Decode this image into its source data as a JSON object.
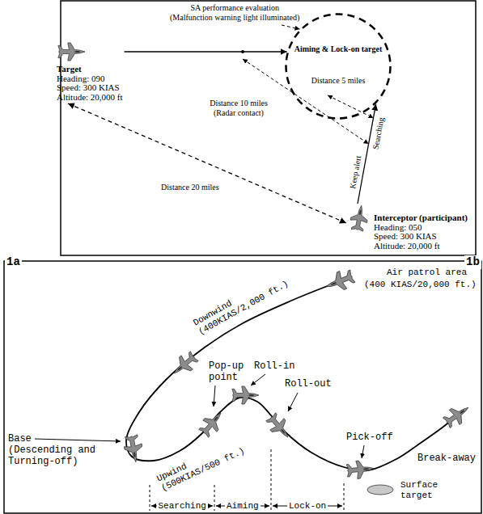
{
  "diagram": {
    "nodes": [
      {
        "text": [
          "Target",
          "Heading: 090",
          "Speed: 300 KIAS",
          "Altitude: 20,000 ft"
        ]
      },
      {
        "text": [
          "Aiming & Lock-on target",
          "Distance 5 miles"
        ]
      },
      {
        "text": [
          "Interceptor (participant)",
          "Heading: 050",
          "Speed: 300 KIAS",
          "Altitude: 20,000 ft"
        ]
      }
    ],
    "edges": [
      {
        "from": 0,
        "to": 1,
        "arrow": "to"
      },
      {
        "from": 2,
        "to": 1,
        "arrow": "to"
      },
      {
        "from": 0,
        "to": 2,
        "arrow": "both",
        "label": "Distance 20 miles"
      }
    ],
    "labels": [
      "SA performance evaluation",
      "(Malfunction warning light illuminated)",
      "Distance 10 miles (Radar contact)",
      "Keep alert",
      "Searching",
      "1a",
      "1b",
      "Air patrol area",
      "(400 KIAS/20,000 ft.)",
      "Downwind (400KIAS/2,000 ft.)",
      "Pop-up point",
      "Roll-in",
      "Roll-out",
      "Base (Descending and Turning-off)",
      "Upwind (500KIAS/500 ft.)",
      "Pick-off",
      "Break-away",
      "Surface target",
      "Searching",
      "Aiming",
      "Lock-on"
    ]
  }
}
